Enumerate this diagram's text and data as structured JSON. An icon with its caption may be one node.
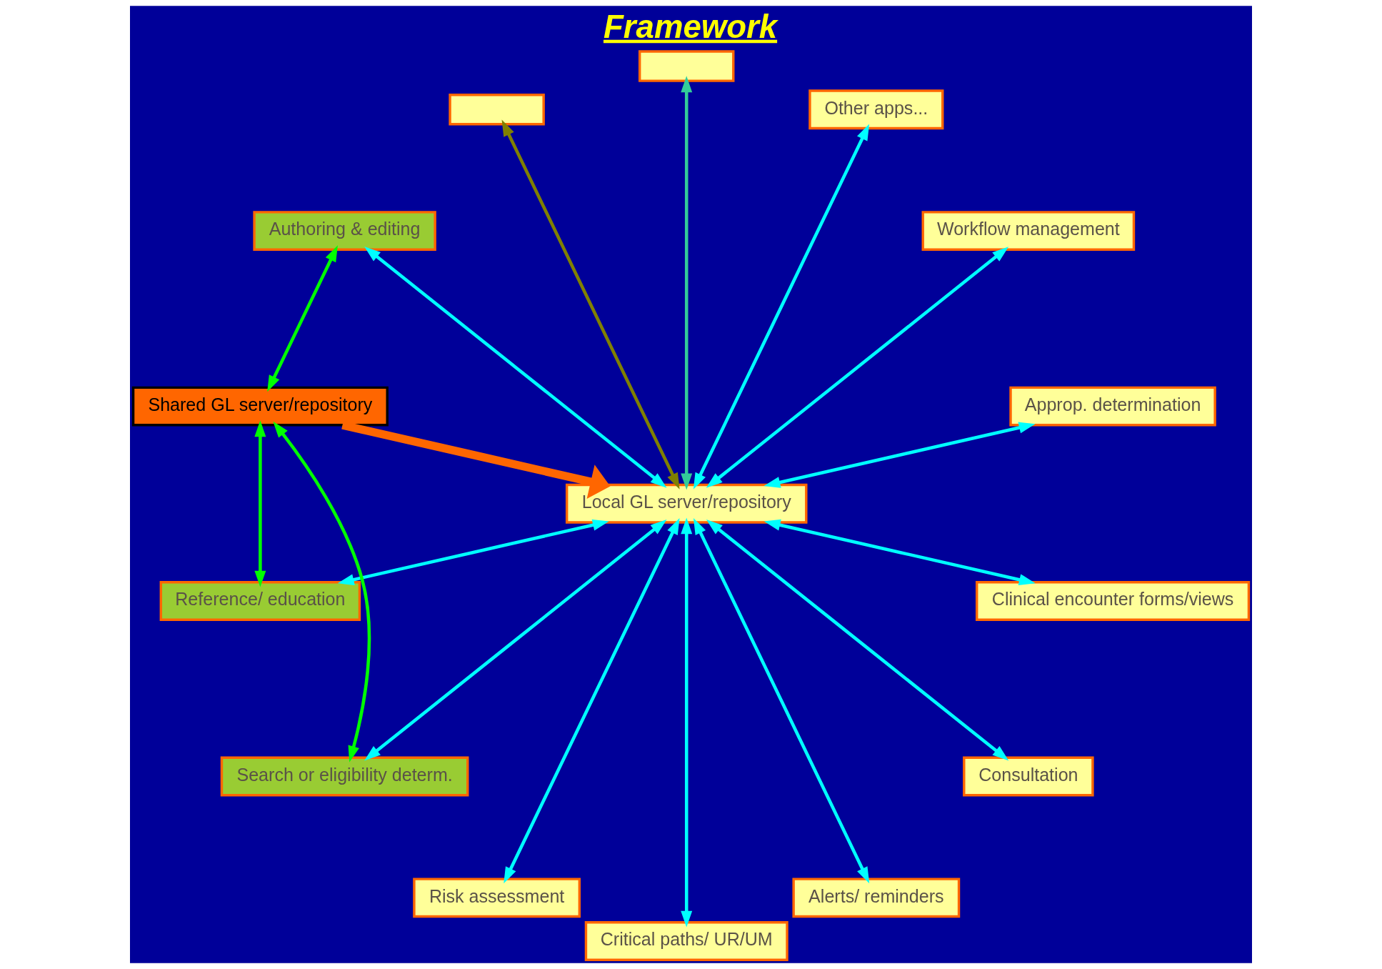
{
  "diagram": {
    "title": "Framework",
    "nodes": [
      {
        "text": [
          "Authoring & editing"
        ]
      },
      {
        "text": [
          "Shared GL server/repository"
        ]
      },
      {
        "text": [
          "Reference/ education"
        ]
      },
      {
        "text": [
          "Search or eligibility determ."
        ]
      },
      {
        "text": [
          "Risk assessment"
        ]
      },
      {
        "text": [
          "Critical paths/ UR/UM"
        ]
      },
      {
        "text": [
          "Local GL server/repository"
        ]
      },
      {
        "text": [
          "Approp. determination"
        ]
      },
      {
        "text": [
          "Alerts/ reminders"
        ]
      },
      {
        "text": [
          "Workflow management"
        ]
      },
      {
        "text": [
          "Consultation"
        ]
      },
      {
        "text": [
          "Clinical encounter forms/views"
        ]
      },
      {
        "text": [
          "Other apps..."
        ]
      },
      {
        "text": [],
        "shape": "box"
      },
      {
        "text": [],
        "shape": "box"
      }
    ],
    "edges": [
      {
        "from": 0,
        "to": 1,
        "arrow": "both",
        "color": "#00ff00"
      },
      {
        "from": 1,
        "to": 2,
        "arrow": "both",
        "color": "#00ff00"
      },
      {
        "from": 3,
        "to": 1,
        "arrow": "both",
        "color": "#00ff00"
      },
      {
        "from": 0,
        "to": 6,
        "arrow": "both"
      },
      {
        "from": 3,
        "to": 6,
        "arrow": "both"
      },
      {
        "from": 2,
        "to": 6,
        "arrow": "both"
      },
      {
        "from": 1,
        "to": 6,
        "arrow": "to",
        "style": "thick",
        "color": "#ff6600"
      },
      {
        "from": 4,
        "to": 6,
        "arrow": "both"
      },
      {
        "from": 5,
        "to": 6,
        "arrow": "both"
      },
      {
        "from": 6,
        "to": 7,
        "arrow": "both"
      },
      {
        "from": 8,
        "to": 6,
        "arrow": "both"
      },
      {
        "from": 6,
        "to": 9,
        "arrow": "both"
      },
      {
        "from": 10,
        "to": 6,
        "arrow": "both"
      },
      {
        "from": 11,
        "to": 6,
        "arrow": "both"
      },
      {
        "from": 6,
        "to": 12,
        "arrow": "both"
      },
      {
        "from": 6,
        "to": 13,
        "arrow": "both",
        "color": "#33cc99"
      },
      {
        "from": 6,
        "to": 14,
        "arrow": "both",
        "color": "#808000"
      }
    ]
  }
}
